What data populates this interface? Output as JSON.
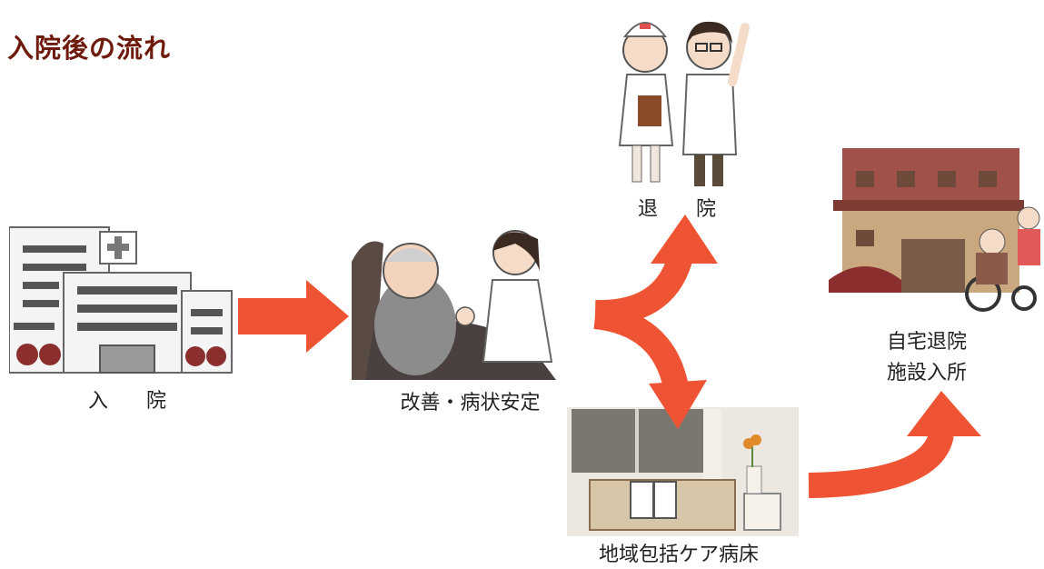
{
  "title": "入院後の流れ",
  "steps": {
    "admission": "入　院",
    "improvement": "改善・病状安定",
    "discharge": "退　院",
    "home_facility_line1": "自宅退院",
    "home_facility_line2": "施設入所",
    "community_care_ward": "地域包括ケア病床"
  },
  "colors": {
    "title": "#6e1b0e",
    "arrow": "#ee5433",
    "text": "#222222"
  }
}
